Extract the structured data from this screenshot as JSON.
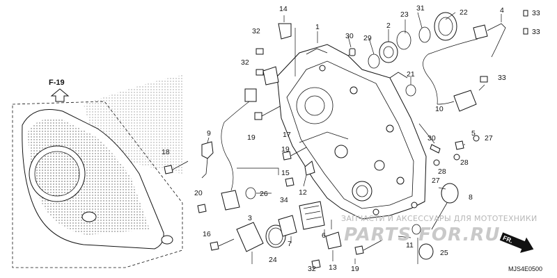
{
  "header": {
    "ref_label": "F-19"
  },
  "parts": [
    {
      "number": "1"
    },
    {
      "number": "2"
    },
    {
      "number": "3"
    },
    {
      "number": "4"
    },
    {
      "number": "5"
    },
    {
      "number": "6"
    },
    {
      "number": "7"
    },
    {
      "number": "8"
    },
    {
      "number": "9"
    },
    {
      "number": "10"
    },
    {
      "number": "11"
    },
    {
      "number": "12"
    },
    {
      "number": "13"
    },
    {
      "number": "14"
    },
    {
      "number": "15"
    },
    {
      "number": "16"
    },
    {
      "number": "17"
    },
    {
      "number": "18"
    },
    {
      "number": "19"
    },
    {
      "number": "19"
    },
    {
      "number": "19"
    },
    {
      "number": "20"
    },
    {
      "number": "21"
    },
    {
      "number": "22"
    },
    {
      "number": "23"
    },
    {
      "number": "24"
    },
    {
      "number": "25"
    },
    {
      "number": "26"
    },
    {
      "number": "27"
    },
    {
      "number": "27"
    },
    {
      "number": "28"
    },
    {
      "number": "28"
    },
    {
      "number": "29"
    },
    {
      "number": "30"
    },
    {
      "number": "30"
    },
    {
      "number": "31"
    },
    {
      "number": "32"
    },
    {
      "number": "32"
    },
    {
      "number": "32"
    },
    {
      "number": "33"
    },
    {
      "number": "33"
    },
    {
      "number": "33"
    },
    {
      "number": "34"
    }
  ],
  "watermark": {
    "tagline": "ЗАПЧАСТИ И АКСЕССУАРЫ ДЛЯ МОТОТЕХНИКИ",
    "logo": "PARTS FOR.RU"
  },
  "direction": {
    "label": "FR."
  },
  "footer": {
    "diagram_code": "MJS4E0500"
  }
}
